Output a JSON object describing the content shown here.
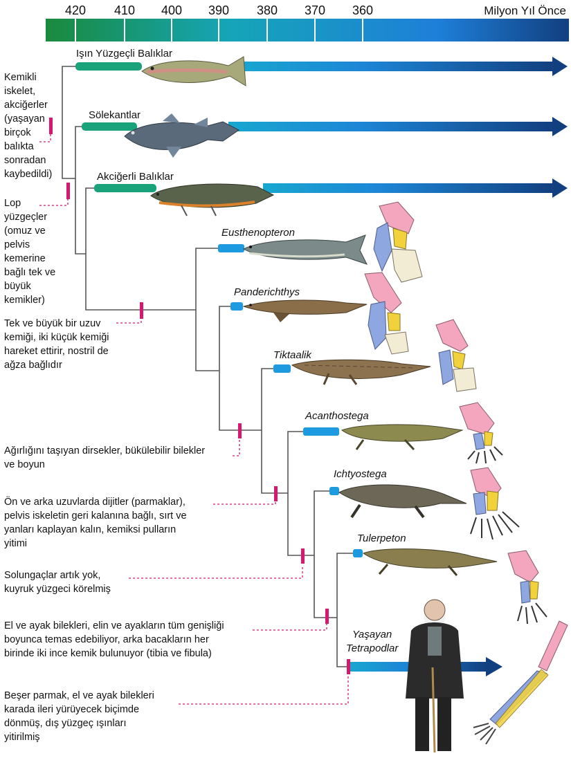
{
  "timeline": {
    "ticks": [
      "420",
      "410",
      "400",
      "390",
      "380",
      "370",
      "360"
    ],
    "unit_label": "Milyon Yıl Önce"
  },
  "taxa": [
    {
      "name": "Işın Yüzgeçli Balıklar",
      "italic": false
    },
    {
      "name": "Sölekantlar",
      "italic": false
    },
    {
      "name": "Akciğerli Balıklar",
      "italic": false
    },
    {
      "name": "Eusthenopteron",
      "italic": true
    },
    {
      "name": "Panderichthys",
      "italic": true
    },
    {
      "name": "Tiktaalik",
      "italic": true
    },
    {
      "name": "Acanthostega",
      "italic": true
    },
    {
      "name": "Ichtyostega",
      "italic": true
    },
    {
      "name": "Tulerpeton",
      "italic": true
    },
    {
      "name": "Yaşayan Tetrapodlar",
      "name_line1": "Yaşayan",
      "name_line2": "Tetrapodlar",
      "italic": true
    }
  ],
  "traits": [
    {
      "lines": [
        "Kemikli",
        "iskelet,",
        "akciğerler",
        "(yaşayan",
        "birçok",
        "balıkta",
        "sonradan",
        "kaybedildi)"
      ]
    },
    {
      "lines": [
        "Lop",
        "yüzgeçler",
        "(omuz ve",
        "pelvis",
        "kemerine",
        "bağlı tek ve",
        "büyük",
        "kemikler)"
      ]
    },
    {
      "lines": [
        "Tek ve büyük bir uzuv",
        "kemiği, iki küçük kemiği",
        "hareket ettirir, nostril de",
        "ağza bağlıdır"
      ]
    },
    {
      "lines": [
        "Ağırlığını taşıyan dirsekler, bükülebilir bilekler",
        "ve boyun"
      ]
    },
    {
      "lines": [
        "Ön ve arka uzuvlarda dijitler (parmaklar),",
        "pelvis iskeletin geri kalanına bağlı, sırt ve",
        "yanları kaplayan kalın, kemiksi pulların",
        "yitimi"
      ]
    },
    {
      "lines": [
        "Solungaçlar artık yok,",
        "kuyruk yüzgeci körelmiş"
      ]
    },
    {
      "lines": [
        "El ve ayak bilekleri, elin ve ayakların tüm genişliği",
        "boyunca temas edebiliyor, arka bacakların her",
        "birinde iki ince kemik bulunuyor (tibia ve fibula)"
      ]
    },
    {
      "lines": [
        "Beşer parmak, el ve ayak bilekleri",
        "karada ileri yürüyecek biçimde",
        "dönmüş, dış yüzgeç ışınları",
        "yitirilmiş"
      ]
    }
  ],
  "colors": {
    "trait_marker": "#d6186e",
    "branch_line": "#555555",
    "timeline_start": "#1a8a3c",
    "timeline_mid": "#15a5b8",
    "timeline_end": "#1565c0",
    "arrow_dark": "#123f80",
    "bone_pink": "#f3a6be",
    "bone_blue": "#8fa7e0",
    "bone_yellow": "#f2d23c",
    "bone_cream": "#f2ecd4"
  }
}
